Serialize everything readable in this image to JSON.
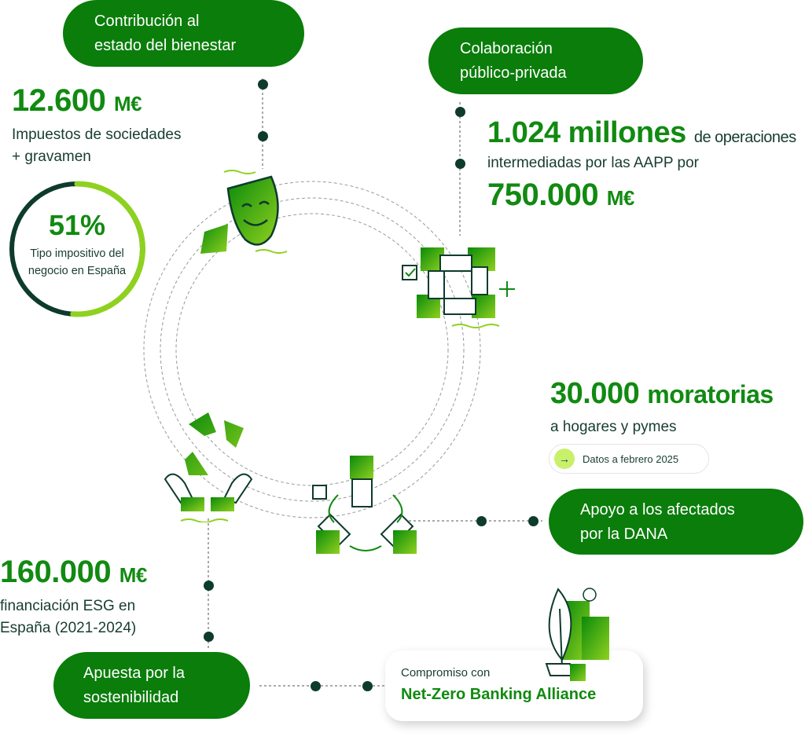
{
  "welfare": {
    "title_line1": "Contribución al",
    "title_line2": "estado del bienestar",
    "amount": "12.600",
    "unit": "M€",
    "desc_line1": "Impuestos de sociedades",
    "desc_line2": "+ gravamen",
    "rate": "51%",
    "rate_fraction": 0.51,
    "rate_line1": "Tipo impositivo del",
    "rate_line2": "negocio en España"
  },
  "public_private": {
    "title_line1": "Colaboración",
    "title_line2": "público-privada",
    "amount": "1.024 millones",
    "desc_inline": "de operaciones",
    "desc_line2": "intermediadas por las AAPP por",
    "amount2": "750.000",
    "unit2": "M€"
  },
  "dana": {
    "amount": "30.000",
    "amount_word": "moratorias",
    "desc": "a hogares y pymes",
    "note": "Datos a febrero 2025",
    "title_line1": "Apoyo a los afectados",
    "title_line2": "por la DANA"
  },
  "sustainability": {
    "amount": "160.000",
    "unit": "M€",
    "desc_line1": "financiación ESG en",
    "desc_line2": "España (2021-2024)",
    "title_line1": "Apuesta por la",
    "title_line2": "sostenibilidad",
    "card_label": "Compromiso con",
    "card_title": "Net-Zero Banking Alliance"
  },
  "colors": {
    "pill": "#0a7d0a",
    "number": "#118a11",
    "dark": "#0d3b2e",
    "accent": "#8fd11f"
  }
}
